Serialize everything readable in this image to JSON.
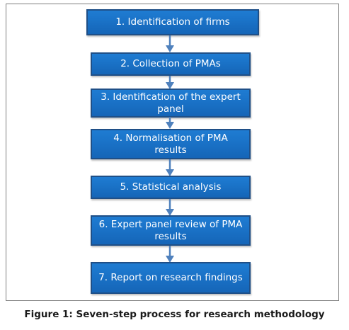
{
  "diagram": {
    "steps": [
      {
        "label": "1. Identification of firms"
      },
      {
        "label": "2. Collection of PMAs"
      },
      {
        "label": "3. Identification of  the expert panel"
      },
      {
        "label": "4. Normalisation of PMA results"
      },
      {
        "label": "5. Statistical analysis"
      },
      {
        "label": "6. Expert  panel review of PMA results"
      },
      {
        "label": "7. Report on research findings"
      }
    ],
    "colors": {
      "box_fill": "#1a72c7",
      "box_border": "#1f4f87",
      "arrow": "#4f81bd",
      "text": "#ffffff"
    }
  },
  "caption": "Figure 1: Seven-step process for research methodology"
}
